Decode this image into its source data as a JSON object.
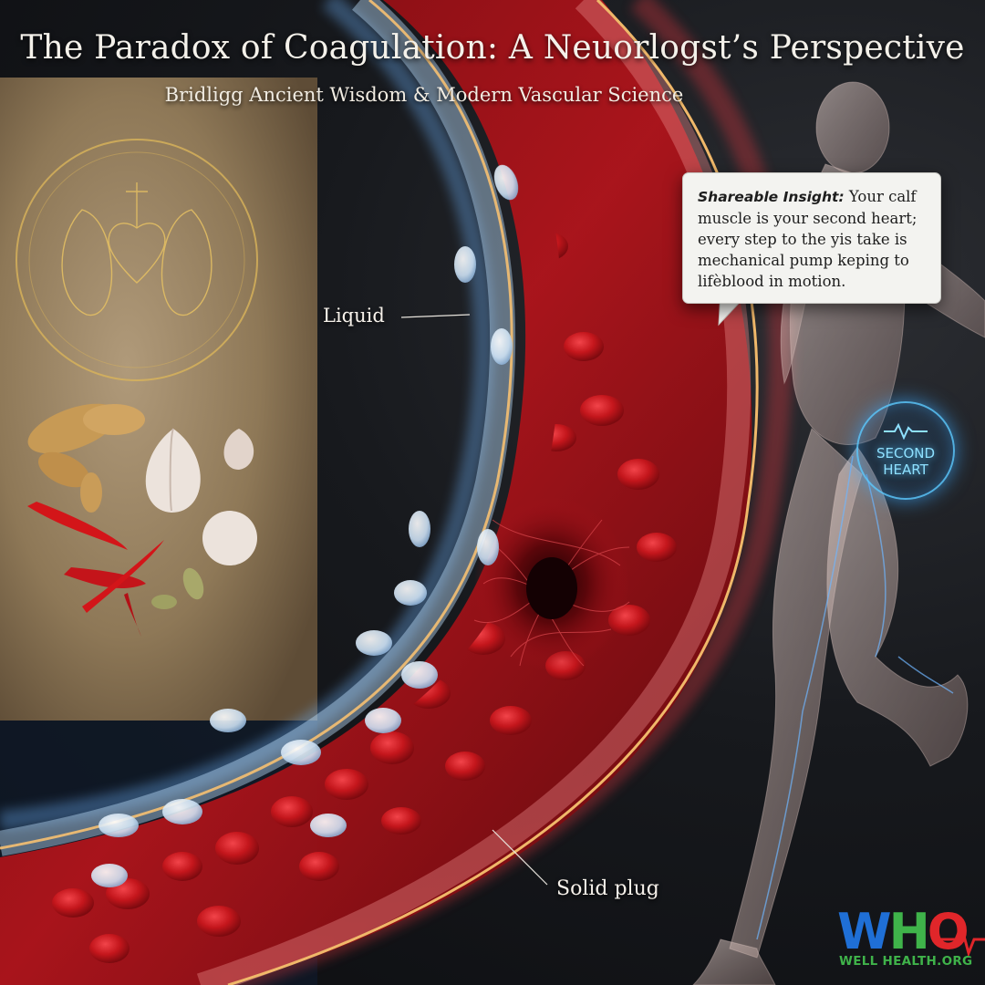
{
  "header": {
    "title": "The Paradox of Coagulation: A Neuorlogst’s Perspective",
    "subtitle": "Bridligg Ancient Wisdom & Modern Vascular Science"
  },
  "labels": {
    "liquid": "Liquid",
    "solid": "Solid plug"
  },
  "callout": {
    "title": "Shareable Insight:",
    "body": "Your calf muscle is your second heart; every step to the yis take is mechanical pump keping to lifèblood in motion."
  },
  "badge": {
    "text": "SECOND HEART",
    "icon": "heartbeat-icon"
  },
  "logo": {
    "letters": [
      "W",
      "H",
      "O"
    ],
    "tagline": "WELL HEALTH.ORG"
  },
  "colors": {
    "blood": "#c4161c",
    "vessel_glow": "#6fb6ff",
    "parchment": "#9b8568",
    "badge_glow": "#5ac8ff",
    "logo_blue": "#1f6fd6",
    "logo_green": "#3fb34a",
    "logo_red": "#e0262a"
  }
}
